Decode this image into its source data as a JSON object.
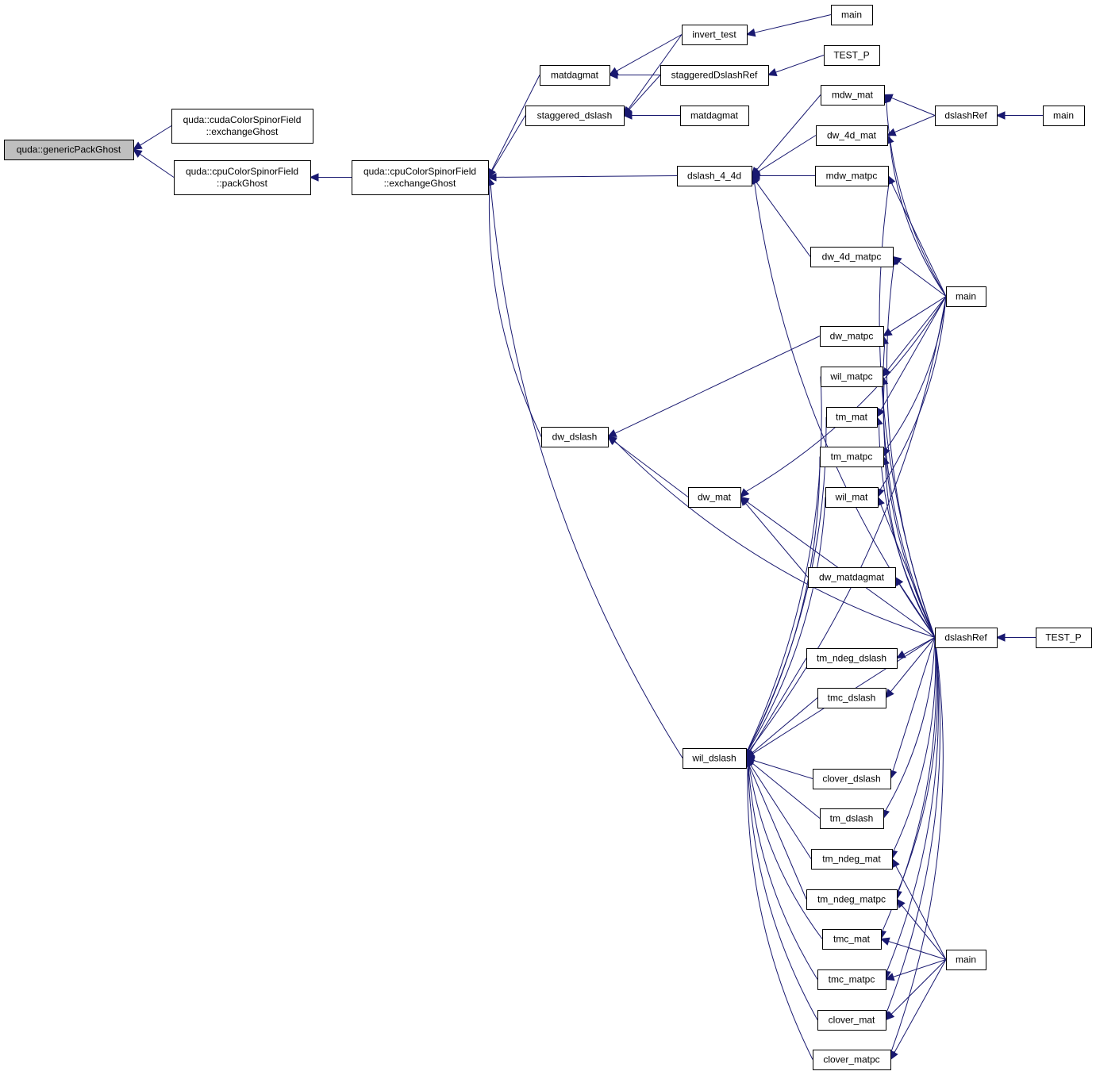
{
  "diagram": {
    "nodes": [
      {
        "id": "root",
        "lines": [
          "quda::genericPackGhost"
        ],
        "root": true
      },
      {
        "id": "cuda_exch",
        "lines": [
          "quda::cudaColorSpinorField",
          "::exchangeGhost"
        ]
      },
      {
        "id": "cpu_pack",
        "lines": [
          "quda::cpuColorSpinorField",
          "::packGhost"
        ]
      },
      {
        "id": "cpu_exch",
        "lines": [
          "quda::cpuColorSpinorField",
          "::exchangeGhost"
        ]
      },
      {
        "id": "matdagmat1",
        "lines": [
          "matdagmat"
        ]
      },
      {
        "id": "stag_dslash",
        "lines": [
          "staggered_dslash"
        ]
      },
      {
        "id": "dw_dslash",
        "lines": [
          "dw_dslash"
        ]
      },
      {
        "id": "wil_dslash",
        "lines": [
          "wil_dslash"
        ]
      },
      {
        "id": "invert_test",
        "lines": [
          "invert_test"
        ]
      },
      {
        "id": "stagRef",
        "lines": [
          "staggeredDslashRef"
        ]
      },
      {
        "id": "matdagmat2",
        "lines": [
          "matdagmat"
        ]
      },
      {
        "id": "main1",
        "lines": [
          "main"
        ]
      },
      {
        "id": "testp1",
        "lines": [
          "TEST_P"
        ]
      },
      {
        "id": "dslash44d",
        "lines": [
          "dslash_4_4d"
        ]
      },
      {
        "id": "dw_mat",
        "lines": [
          "dw_mat"
        ]
      },
      {
        "id": "mdw_mat",
        "lines": [
          "mdw_mat"
        ]
      },
      {
        "id": "dw_4d_mat",
        "lines": [
          "dw_4d_mat"
        ]
      },
      {
        "id": "mdw_matpc",
        "lines": [
          "mdw_matpc"
        ]
      },
      {
        "id": "dw_4d_matpc",
        "lines": [
          "dw_4d_matpc"
        ]
      },
      {
        "id": "dw_matpc",
        "lines": [
          "dw_matpc"
        ]
      },
      {
        "id": "wil_matpc",
        "lines": [
          "wil_matpc"
        ]
      },
      {
        "id": "tm_mat",
        "lines": [
          "tm_mat"
        ]
      },
      {
        "id": "tm_matpc",
        "lines": [
          "tm_matpc"
        ]
      },
      {
        "id": "wil_mat",
        "lines": [
          "wil_mat"
        ]
      },
      {
        "id": "dw_matdagmat",
        "lines": [
          "dw_matdagmat"
        ]
      },
      {
        "id": "tm_ndeg_dslash",
        "lines": [
          "tm_ndeg_dslash"
        ]
      },
      {
        "id": "tmc_dslash",
        "lines": [
          "tmc_dslash"
        ]
      },
      {
        "id": "clover_dslash",
        "lines": [
          "clover_dslash"
        ]
      },
      {
        "id": "tm_dslash",
        "lines": [
          "tm_dslash"
        ]
      },
      {
        "id": "tm_ndeg_mat",
        "lines": [
          "tm_ndeg_mat"
        ]
      },
      {
        "id": "tm_ndeg_matpc",
        "lines": [
          "tm_ndeg_matpc"
        ]
      },
      {
        "id": "tmc_mat",
        "lines": [
          "tmc_mat"
        ]
      },
      {
        "id": "tmc_matpc",
        "lines": [
          "tmc_matpc"
        ]
      },
      {
        "id": "clover_mat",
        "lines": [
          "clover_mat"
        ]
      },
      {
        "id": "clover_matpc",
        "lines": [
          "clover_matpc"
        ]
      },
      {
        "id": "dslashRef1",
        "lines": [
          "dslashRef"
        ]
      },
      {
        "id": "main2",
        "lines": [
          "main"
        ]
      },
      {
        "id": "main3",
        "lines": [
          "main"
        ]
      },
      {
        "id": "dslashRef2",
        "lines": [
          "dslashRef"
        ]
      },
      {
        "id": "testp2",
        "lines": [
          "TEST_P"
        ]
      },
      {
        "id": "main4",
        "lines": [
          "main"
        ]
      }
    ],
    "edges": [
      [
        "root",
        "cuda_exch"
      ],
      [
        "root",
        "cpu_pack"
      ],
      [
        "cpu_pack",
        "cpu_exch"
      ],
      [
        "cpu_exch",
        "matdagmat1"
      ],
      [
        "cpu_exch",
        "stag_dslash"
      ],
      [
        "cpu_exch",
        "dslash44d"
      ],
      [
        "cpu_exch",
        "dw_dslash"
      ],
      [
        "cpu_exch",
        "wil_dslash"
      ],
      [
        "matdagmat1",
        "invert_test"
      ],
      [
        "matdagmat1",
        "stagRef"
      ],
      [
        "stag_dslash",
        "invert_test"
      ],
      [
        "stag_dslash",
        "stagRef"
      ],
      [
        "stag_dslash",
        "matdagmat2"
      ],
      [
        "invert_test",
        "main1"
      ],
      [
        "stagRef",
        "testp1"
      ],
      [
        "dslash44d",
        "mdw_mat"
      ],
      [
        "dslash44d",
        "dw_4d_mat"
      ],
      [
        "dslash44d",
        "mdw_matpc"
      ],
      [
        "dslash44d",
        "dw_4d_matpc"
      ],
      [
        "dslash44d",
        "dslashRef2"
      ],
      [
        "mdw_mat",
        "dslashRef1"
      ],
      [
        "mdw_mat",
        "main3"
      ],
      [
        "dw_4d_mat",
        "dslashRef1"
      ],
      [
        "dw_4d_mat",
        "main3"
      ],
      [
        "mdw_matpc",
        "main3"
      ],
      [
        "mdw_matpc",
        "dslashRef2"
      ],
      [
        "dw_4d_matpc",
        "main3"
      ],
      [
        "dw_4d_matpc",
        "dslashRef2"
      ],
      [
        "dslashRef1",
        "main2"
      ],
      [
        "dw_dslash",
        "dw_matpc"
      ],
      [
        "dw_dslash",
        "dw_mat"
      ],
      [
        "dw_dslash",
        "dslashRef2"
      ],
      [
        "dw_mat",
        "main3"
      ],
      [
        "dw_mat",
        "dw_matdagmat"
      ],
      [
        "dw_mat",
        "dslashRef2"
      ],
      [
        "dw_matpc",
        "main3"
      ],
      [
        "dw_matpc",
        "dslashRef2"
      ],
      [
        "wil_matpc",
        "main3"
      ],
      [
        "wil_matpc",
        "dslashRef2"
      ],
      [
        "tm_mat",
        "main3"
      ],
      [
        "tm_mat",
        "dslashRef2"
      ],
      [
        "tm_matpc",
        "main3"
      ],
      [
        "tm_matpc",
        "dslashRef2"
      ],
      [
        "wil_mat",
        "main3"
      ],
      [
        "wil_mat",
        "dslashRef2"
      ],
      [
        "dw_matdagmat",
        "dslashRef2"
      ],
      [
        "dslashRef2",
        "testp2"
      ],
      [
        "wil_dslash",
        "dslashRef2"
      ],
      [
        "wil_dslash",
        "wil_matpc"
      ],
      [
        "wil_dslash",
        "tm_mat"
      ],
      [
        "wil_dslash",
        "tm_matpc"
      ],
      [
        "wil_dslash",
        "wil_mat"
      ],
      [
        "wil_dslash",
        "tm_ndeg_dslash"
      ],
      [
        "wil_dslash",
        "tmc_dslash"
      ],
      [
        "wil_dslash",
        "clover_dslash"
      ],
      [
        "wil_dslash",
        "tm_dslash"
      ],
      [
        "wil_dslash",
        "tm_ndeg_mat"
      ],
      [
        "wil_dslash",
        "tm_ndeg_matpc"
      ],
      [
        "wil_dslash",
        "tmc_mat"
      ],
      [
        "wil_dslash",
        "tmc_matpc"
      ],
      [
        "wil_dslash",
        "clover_mat"
      ],
      [
        "wil_dslash",
        "clover_matpc"
      ],
      [
        "wil_dslash",
        "main3"
      ],
      [
        "tm_ndeg_dslash",
        "dslashRef2"
      ],
      [
        "tmc_dslash",
        "dslashRef2"
      ],
      [
        "clover_dslash",
        "dslashRef2"
      ],
      [
        "tm_dslash",
        "dslashRef2"
      ],
      [
        "tm_ndeg_mat",
        "dslashRef2"
      ],
      [
        "tm_ndeg_mat",
        "main4"
      ],
      [
        "tm_ndeg_matpc",
        "dslashRef2"
      ],
      [
        "tm_ndeg_matpc",
        "main4"
      ],
      [
        "tmc_mat",
        "dslashRef2"
      ],
      [
        "tmc_mat",
        "main4"
      ],
      [
        "tmc_matpc",
        "dslashRef2"
      ],
      [
        "tmc_matpc",
        "main4"
      ],
      [
        "clover_mat",
        "dslashRef2"
      ],
      [
        "clover_mat",
        "main4"
      ],
      [
        "clover_matpc",
        "dslashRef2"
      ],
      [
        "clover_matpc",
        "main4"
      ]
    ],
    "colors": {
      "edge": "#191970",
      "node_border": "#000000",
      "root_fill": "#bfbfbf",
      "node_fill": "#ffffff"
    }
  }
}
